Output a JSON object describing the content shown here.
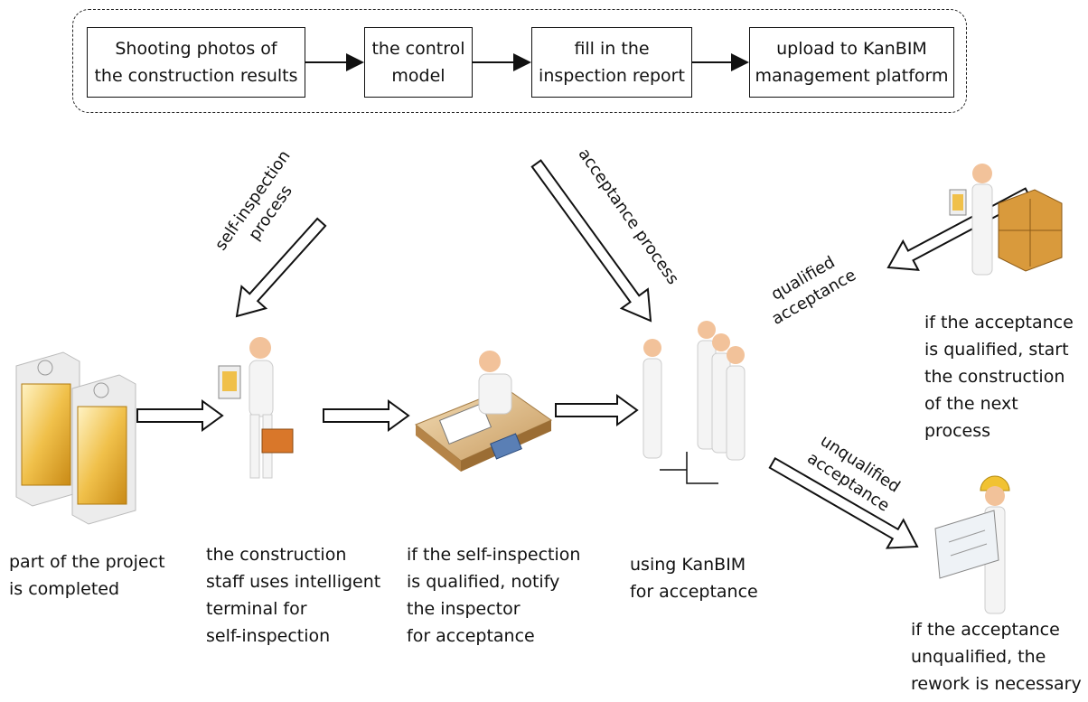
{
  "top_flow": {
    "steps": [
      "Shooting photos of\nthe construction results",
      "the control\nmodel",
      "fill in the\ninspection report",
      "upload to KanBIM\nmanagement platform"
    ]
  },
  "process_labels": {
    "self_inspection": "self-inspection\nprocess",
    "acceptance": "acceptance process",
    "qualified": "qualified\nacceptance",
    "unqualified": "unqualified\nacceptance"
  },
  "captions": {
    "project_completed": "part of the project\n is completed",
    "construction_staff": "the construction\nstaff uses intelligent\nterminal for\nself-inspection",
    "notify_inspector": "if the self-inspection\nis qualified, notify\nthe inspector\nfor acceptance",
    "kanbim_acceptance": "using KanBIM\nfor  acceptance",
    "qualified_result": "if the acceptance\nis qualified, start\nthe construction\nof the next process",
    "unqualified_result": "if the acceptance\nunqualified, the\nrework is necessary"
  },
  "colors": {
    "line": "#111111",
    "panel_gold": "#e8b23a",
    "figure_skin": "#f2c29a",
    "figure_body": "#f4f4f4",
    "helmet": "#f1c232",
    "box_orange": "#d99a3c"
  }
}
